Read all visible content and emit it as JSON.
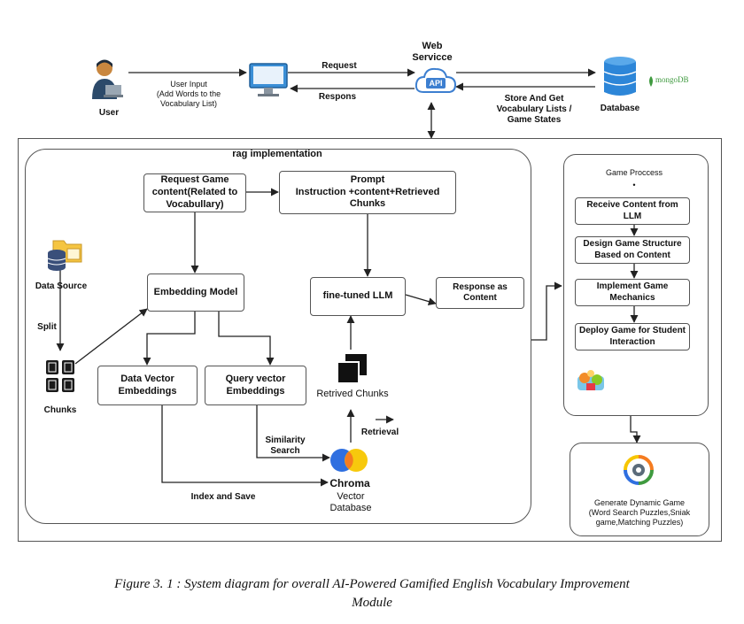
{
  "top": {
    "user_label": "User",
    "user_input_label": "User Input\n(Add Words to the\nVocabulary List)",
    "request_label": "Request",
    "response_label": "Respons",
    "web_service_label": "Web\nServicce",
    "api_label": "API",
    "store_label": "Store And Get\nVocabulary Lists /\nGame States",
    "database_label": "Database",
    "mongodb_label": "mongoDB"
  },
  "rag": {
    "title": "rag implementation",
    "request_game_content": "Request Game\ncontent(Related to\nVocabullary)",
    "prompt": "Prompt\nInstruction +content+Retrieved\nChunks",
    "data_source": "Data Source",
    "split": "Split",
    "chunks": "Chunks",
    "embedding_model": "Embedding Model",
    "fine_tuned_llm": "fine-tuned LLM",
    "response_as_content": "Response as Content",
    "data_vector_embeddings": "Data Vector\nEmbeddings",
    "query_vector_embeddings": "Query vector\nEmbeddings",
    "retrived_chunks": "Retrived Chunks",
    "retrieval": "Retrieval",
    "similarity_search": "Similarity\nSearch",
    "index_and_save": "Index and Save",
    "chroma": "Chroma",
    "vector_database": "Vector\nDatabase"
  },
  "game": {
    "title": "Game Proccess",
    "dot": "•",
    "steps": [
      "Receive Content from\nLLM",
      "Design Game Structure\nBased on Content",
      "Implement Game\nMechanics",
      "Deploy Game for Student\nInteraction"
    ],
    "generate": "Generate Dynamic Game\n(Word Search Puzzles,Sniak\ngame,Matching Puzzles)"
  },
  "caption": "Figure 3. 1 : System diagram for overall AI-Powered Gamified English Vocabulary Improvement\nModule",
  "colors": {
    "line": "#222222",
    "box_border": "#555555",
    "user_skin": "#c9873f",
    "user_shirt": "#2c4a6a",
    "monitor_blue": "#3b8fd6",
    "api_blue": "#3d7fd0",
    "db_blue": "#2d86d8",
    "mongo_green": "#3f9a3f",
    "folder_yellow": "#f5c542",
    "chroma_orange": "#f57c20",
    "chroma_blue": "#2f6fe0",
    "chroma_yellow": "#f7c600"
  },
  "icons": [
    "user-icon",
    "monitor-icon",
    "api-cloud-icon",
    "database-icon",
    "mongodb-icon",
    "data-source-icon",
    "chunks-icon",
    "retrieved-chunks-icon",
    "chroma-icon",
    "game-art-icon",
    "cycle-gear-icon"
  ]
}
